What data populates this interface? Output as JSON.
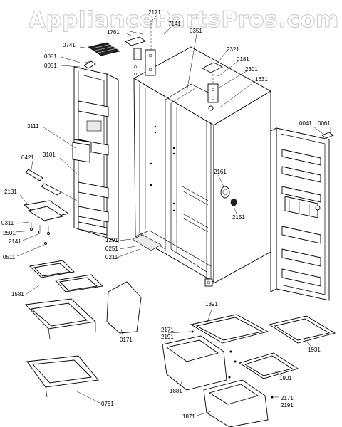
{
  "watermark": "AppliancePartsPros.com",
  "part_numbers": {
    "p2121": "2121",
    "p7141": "7141",
    "p1761": "1761",
    "p0351": "0351",
    "p0741": "0741",
    "p0081": "0081",
    "p0051": "0051",
    "p2321": "2321",
    "p0181": "0181",
    "p2301": "2301",
    "p1631": "1631",
    "p3111": "3111",
    "p3101": "3101",
    "p0041": "0041",
    "p0061": "0061",
    "p0421": "0421",
    "p2131": "2131",
    "p2161": "2161",
    "p2151": "2151",
    "p0311": "0311",
    "p2501": "2501",
    "p2141": "2141",
    "p0511": "0511",
    "p1291": "1291",
    "p0251": "0251",
    "p0211": "0211",
    "p1581": "1581",
    "p0171": "0171",
    "p1891": "1891",
    "p2171a": "2171",
    "p2191a": "2191",
    "p1931": "1931",
    "p1881": "1881",
    "p1901": "1901",
    "p1871": "1871",
    "p2171b": "2171",
    "p2191b": "2191",
    "p0761": "0761"
  }
}
